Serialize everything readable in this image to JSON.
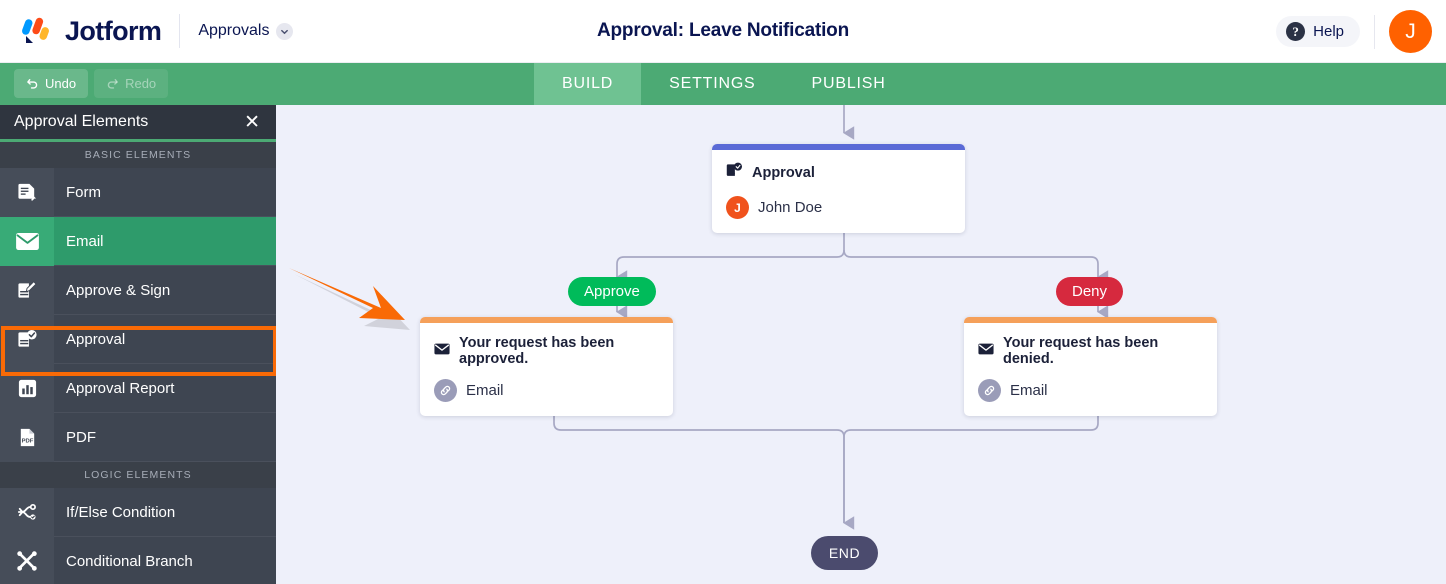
{
  "header": {
    "brand_name": "Jotform",
    "logo_icon": "jotform-logo-icon",
    "workspace_label": "Approvals",
    "workspace_chevron_icon": "chevron-down-icon",
    "page_title": "Approval: Leave Notification",
    "help_label": "Help",
    "help_icon": "question-mark-circle-icon",
    "avatar_initial": "J",
    "avatar_color": "#ff6100",
    "title_color": "#0a1551"
  },
  "toolbar": {
    "background": "#4caa74",
    "active_tab_background": "#6fc292",
    "undo_label": "Undo",
    "undo_icon": "undo-arrow-icon",
    "undo_enabled": true,
    "redo_label": "Redo",
    "redo_icon": "redo-arrow-icon",
    "redo_enabled": false,
    "tabs": [
      {
        "label": "BUILD",
        "active": true
      },
      {
        "label": "SETTINGS",
        "active": false
      },
      {
        "label": "PUBLISH",
        "active": false
      }
    ]
  },
  "sidebar": {
    "title": "Approval Elements",
    "close_icon": "close-icon",
    "accent_color": "#4caa74",
    "selection_highlight_color": "#f96a06",
    "sections": [
      {
        "label": "BASIC ELEMENTS",
        "items": [
          {
            "label": "Form",
            "icon": "form-document-icon",
            "selected": false
          },
          {
            "label": "Email",
            "icon": "envelope-icon",
            "selected": true
          },
          {
            "label": "Approve & Sign",
            "icon": "document-pen-icon",
            "selected": false
          },
          {
            "label": "Approval",
            "icon": "document-check-icon",
            "selected": false
          },
          {
            "label": "Approval Report",
            "icon": "bar-chart-icon",
            "selected": false
          },
          {
            "label": "PDF",
            "icon": "pdf-file-icon",
            "selected": false
          }
        ]
      },
      {
        "label": "LOGIC ELEMENTS",
        "items": [
          {
            "label": "If/Else Condition",
            "icon": "if-else-branch-icon",
            "selected": false
          },
          {
            "label": "Conditional Branch",
            "icon": "conditional-branch-icon",
            "selected": false
          }
        ]
      }
    ]
  },
  "canvas": {
    "background": "#eef0fa",
    "connector_color": "#a7a8c4",
    "annotation_arrow": {
      "icon": "orange-pointer-arrow-icon",
      "color": "#f96a06",
      "points_to": "approved-email-node"
    },
    "nodes": {
      "approval": {
        "accent_color": "#5a6ad6",
        "icon": "document-check-icon",
        "title": "Approval",
        "assignee": "John Doe",
        "assignee_initial": "J"
      },
      "approve_branch": {
        "label": "Approve",
        "color": "#00bb5a"
      },
      "deny_branch": {
        "label": "Deny",
        "color": "#d6293e"
      },
      "approved_email": {
        "accent_color": "#f5a05a",
        "icon": "envelope-icon",
        "title": "Your request has been approved.",
        "type_icon": "link-chain-icon",
        "type_label": "Email"
      },
      "denied_email": {
        "accent_color": "#f5a05a",
        "icon": "envelope-icon",
        "title": "Your request has been denied.",
        "type_icon": "link-chain-icon",
        "type_label": "Email"
      },
      "end": {
        "label": "END",
        "color": "#4b4b6e"
      }
    }
  }
}
